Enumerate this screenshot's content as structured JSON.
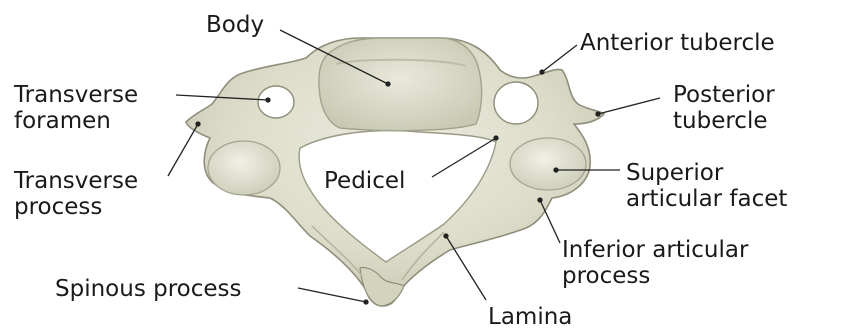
{
  "diagram": {
    "colors": {
      "bone_fill": "#dcdcc9",
      "bone_shadow": "#b8b8a3",
      "bone_highlight": "#efefe4",
      "bone_outline": "#8e8e7a",
      "leader_line": "#222222",
      "text": "#1a1a1a",
      "background": "#ffffff"
    },
    "labels": {
      "body": "Body",
      "anterior_tubercle": "Anterior tubercle",
      "posterior_tubercle_line1": "Posterior",
      "posterior_tubercle_line2": "tubercle",
      "transverse_foramen_line1": "Transverse",
      "transverse_foramen_line2": "foramen",
      "transverse_process_line1": "Transverse",
      "transverse_process_line2": "process",
      "pedicel": "Pedicel",
      "superior_articular_facet_line1": "Superior",
      "superior_articular_facet_line2": "articular facet",
      "inferior_articular_process_line1": "Inferior articular",
      "inferior_articular_process_line2": "process",
      "spinous_process": "Spinous process",
      "lamina": "Lamina"
    }
  }
}
